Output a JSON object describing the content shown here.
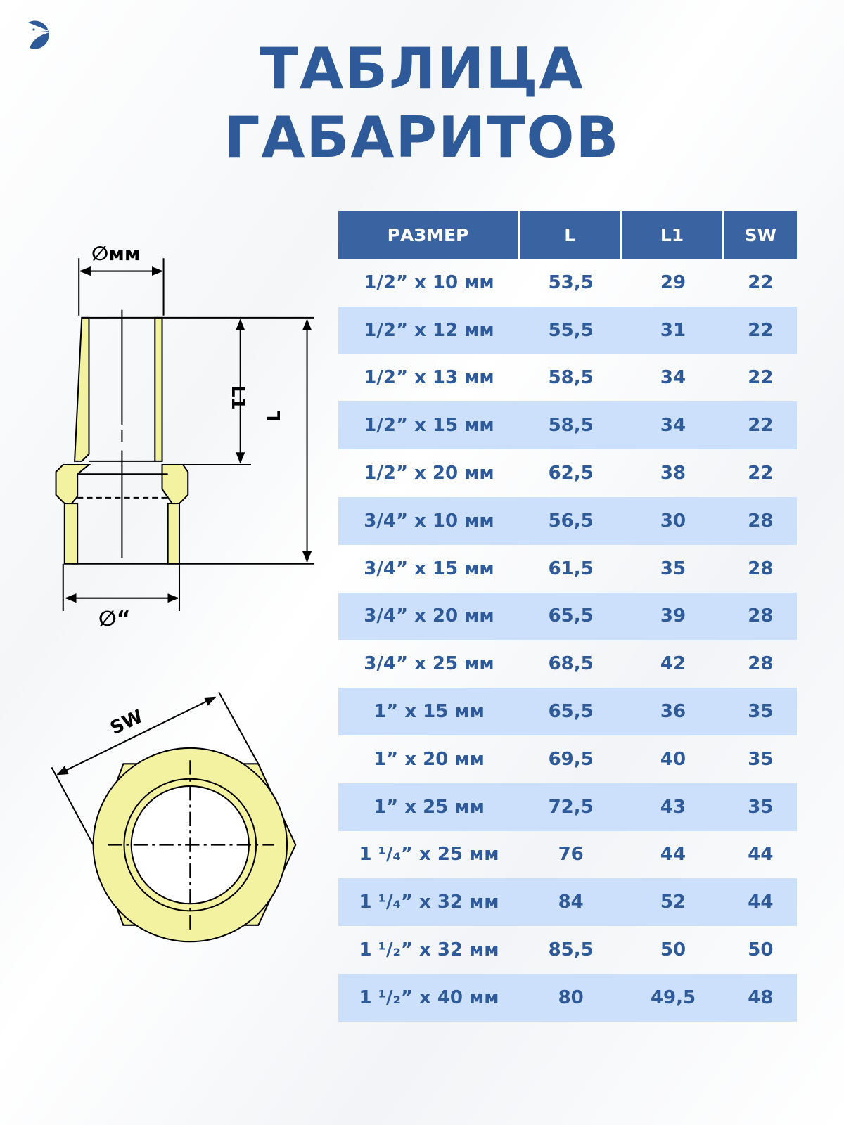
{
  "title": {
    "line1": "ТАБЛИЦА",
    "line2": "ГАБАРИТОВ"
  },
  "drawing": {
    "dia_mm": "∅мм",
    "dia_inch": "∅“",
    "l1": "L1",
    "l": "L",
    "sw": "SW"
  },
  "colors": {
    "brand": "#2f5a9a",
    "header": "#3a63a2",
    "row_alt": "#cce0fb",
    "brass": "#f3f2a0"
  },
  "table": {
    "headers": [
      "РАЗМЕР",
      "L",
      "L1",
      "SW"
    ],
    "rows": [
      [
        "1/2” x 10 мм",
        "53,5",
        "29",
        "22"
      ],
      [
        "1/2” x 12 мм",
        "55,5",
        "31",
        "22"
      ],
      [
        "1/2” x 13 мм",
        "58,5",
        "34",
        "22"
      ],
      [
        "1/2” x 15 мм",
        "58,5",
        "34",
        "22"
      ],
      [
        "1/2” x 20 мм",
        "62,5",
        "38",
        "22"
      ],
      [
        "3/4” x 10 мм",
        "56,5",
        "30",
        "28"
      ],
      [
        "3/4” x 15 мм",
        "61,5",
        "35",
        "28"
      ],
      [
        "3/4” x 20 мм",
        "65,5",
        "39",
        "28"
      ],
      [
        "3/4” x 25 мм",
        "68,5",
        "42",
        "28"
      ],
      [
        "1” x 15 мм",
        "65,5",
        "36",
        "35"
      ],
      [
        "1” x 20 мм",
        "69,5",
        "40",
        "35"
      ],
      [
        "1” x 25 мм",
        "72,5",
        "43",
        "35"
      ],
      [
        "1 ¹/₄” x 25 мм",
        "76",
        "44",
        "44"
      ],
      [
        "1 ¹/₄” x 32 мм",
        "84",
        "52",
        "44"
      ],
      [
        "1 ¹/₂” x 32 мм",
        "85,5",
        "50",
        "50"
      ],
      [
        "1 ¹/₂” x 40 мм",
        "80",
        "49,5",
        "48"
      ]
    ]
  }
}
